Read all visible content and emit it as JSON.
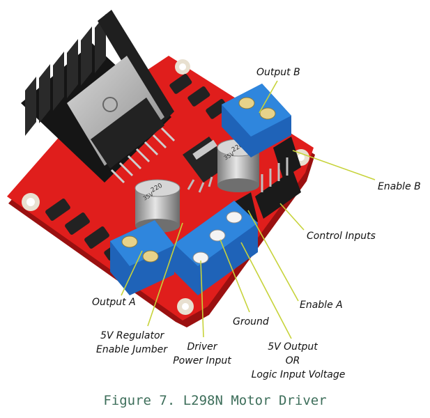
{
  "labels": {
    "output_b": "Output B",
    "enable_b": "Enable B",
    "control_inputs": "Control Inputs",
    "enable_a": "Enable A",
    "output_a": "Output A",
    "regulator_1": "5V Regulator",
    "regulator_2": "Enable Jumber",
    "ground": "Ground",
    "driver_power_1": "Driver",
    "driver_power_2": "Power Input",
    "v5_output_1": "5V Output",
    "v5_output_2": "OR",
    "v5_output_3": "Logic Input Voltage"
  },
  "capacitor_marking": {
    "value": "220",
    "voltage": "35V"
  },
  "caption": "Figure 7. L298N Motor Driver",
  "colors": {
    "board": "#e01e1c",
    "heatsink": "#1c1c1c",
    "terminal": "#2a7bd0",
    "leader_line": "#c7d33a",
    "caption": "#3d6e5a"
  }
}
